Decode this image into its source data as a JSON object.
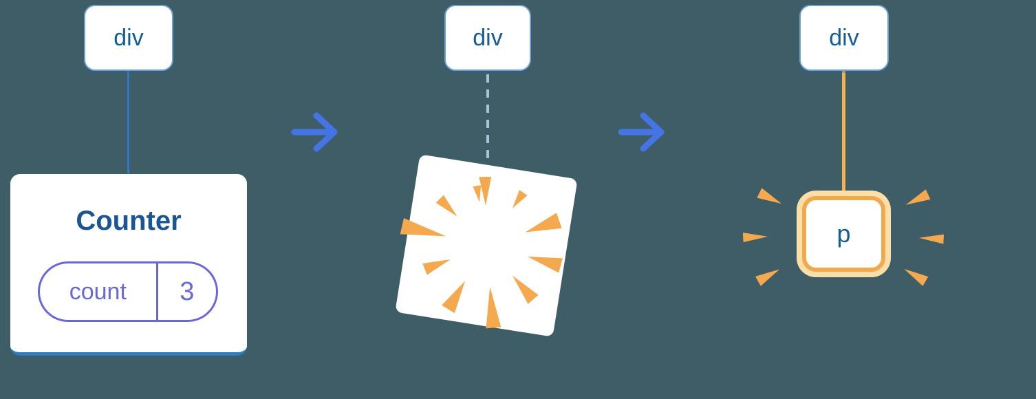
{
  "stages": {
    "before": {
      "root_label": "div",
      "component_title": "Counter",
      "state_key": "count",
      "state_value": "3"
    },
    "during": {
      "root_label": "div"
    },
    "after": {
      "root_label": "div",
      "child_label": "p"
    }
  },
  "icons": {
    "arrow_1": "right-arrow",
    "arrow_2": "right-arrow",
    "poof": "poof-burst",
    "sparks": "emphasis-sparks"
  },
  "colors": {
    "background": "#3F5D66",
    "node_text_blue": "#155E93",
    "connector_blue": "#3179C6",
    "card_accent_blue": "#2E7BC6",
    "state_purple": "#6A67DB",
    "arrow_blue": "#4575E5",
    "dashed_connector": "#B0CADC",
    "highlight_orange": "#F5A94E",
    "highlight_border": "#F1A94B",
    "highlight_ring": "#FBDFA9",
    "connector_yellow": "#F2B254"
  }
}
